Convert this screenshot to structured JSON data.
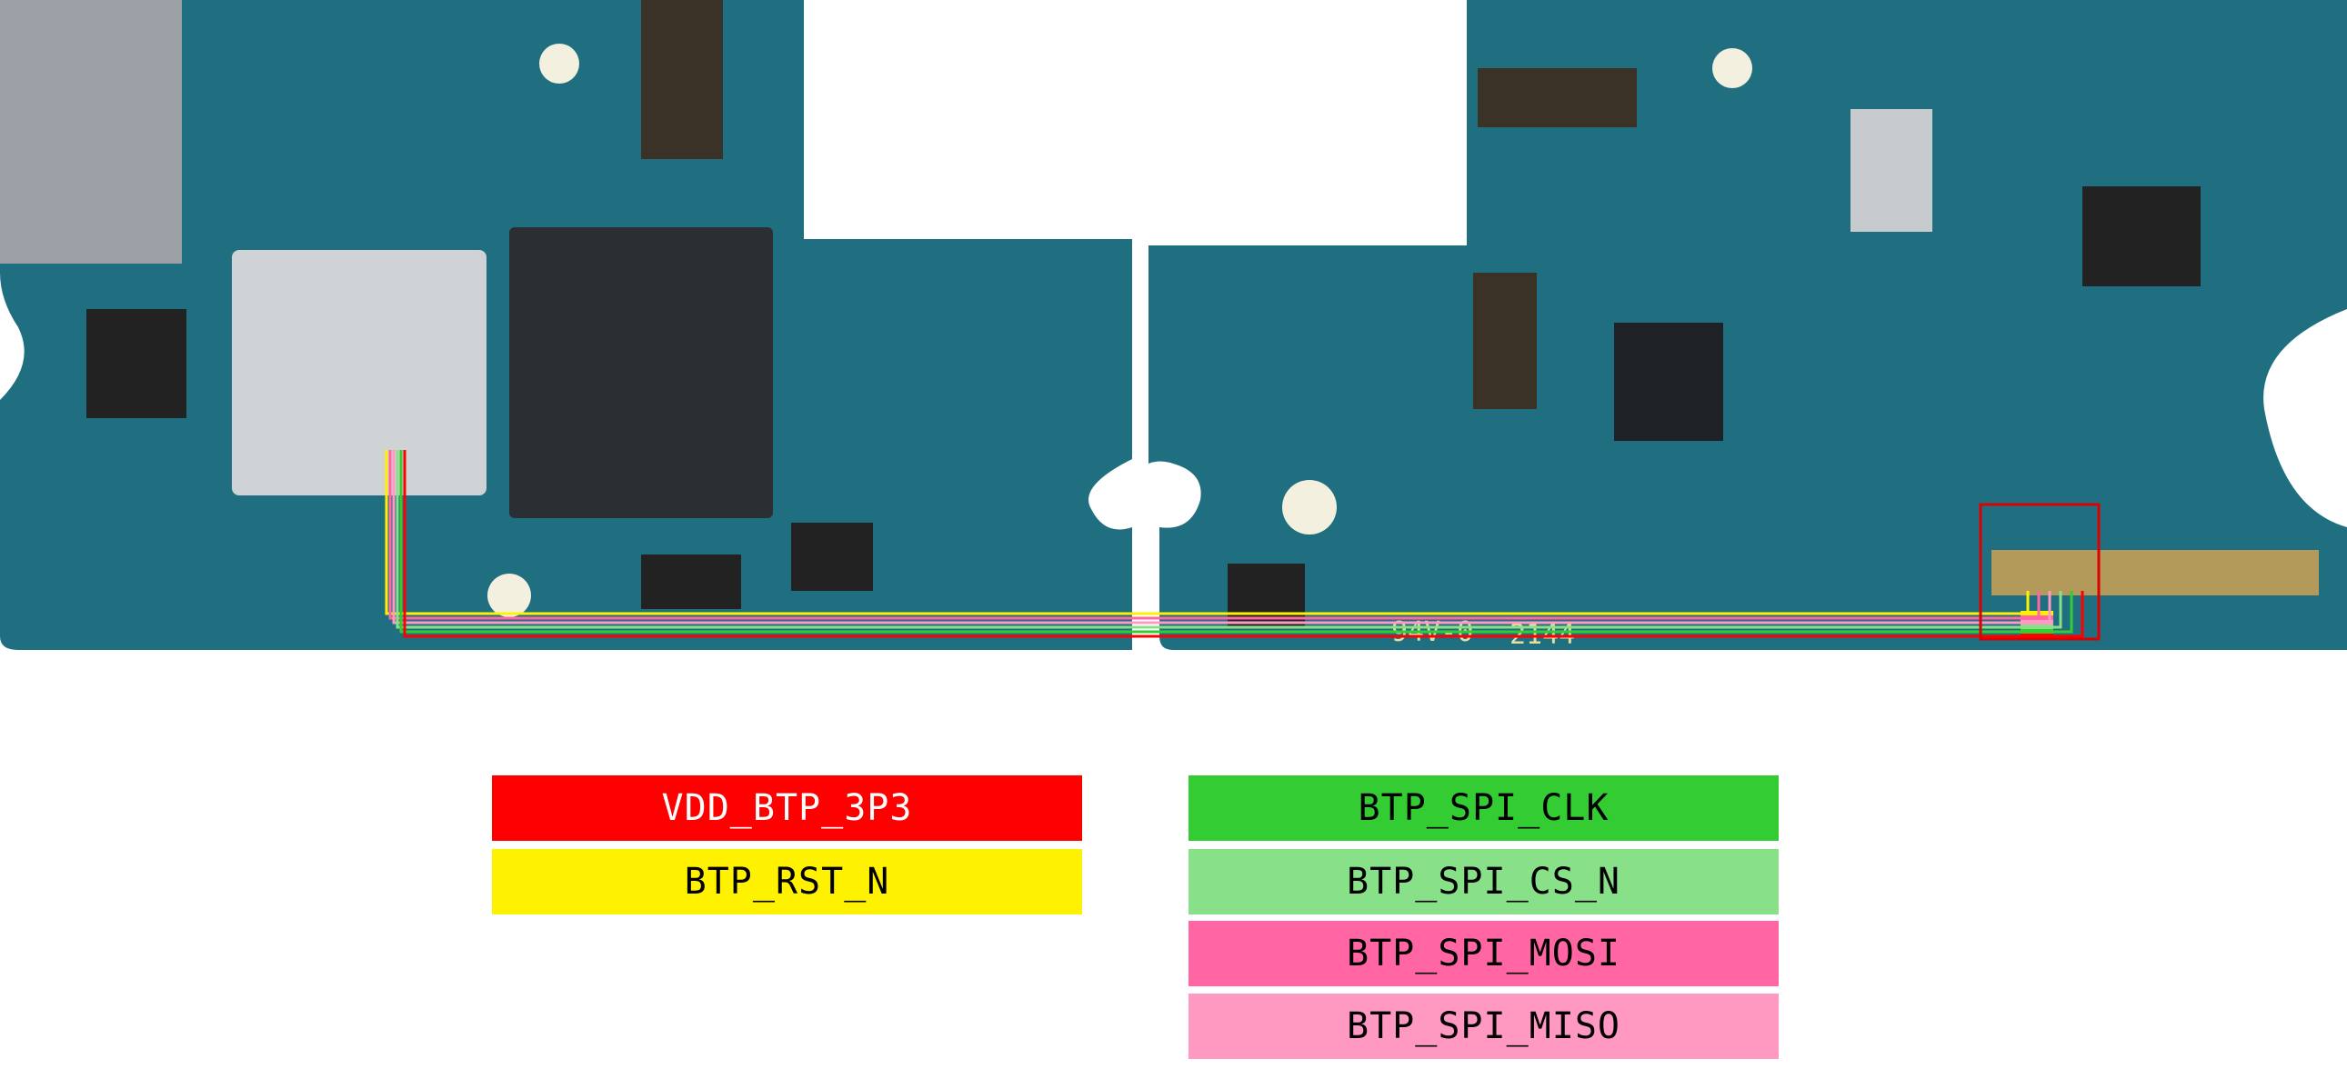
{
  "board": {
    "silkscreen": [
      "2144",
      "94V-0"
    ],
    "traces_color_order": [
      "#fff200",
      "#ff66a3",
      "#ff99c2",
      "#88e088",
      "#33cc33",
      "#ff0000"
    ]
  },
  "legend": [
    {
      "label": "VDD_BTP_3P3",
      "color": "#ff0000",
      "text_color": "#ffffff"
    },
    {
      "label": "BTP_RST_N",
      "color": "#fff200",
      "text_color": "#000000"
    },
    {
      "label": "BTP_SPI_CLK",
      "color": "#33cc33",
      "text_color": "#000000"
    },
    {
      "label": "BTP_SPI_CS_N",
      "color": "#88e088",
      "text_color": "#000000"
    },
    {
      "label": "BTP_SPI_MOSI",
      "color": "#ff66a3",
      "text_color": "#000000"
    },
    {
      "label": "BTP_SPI_MISO",
      "color": "#ff99c2",
      "text_color": "#000000"
    }
  ]
}
